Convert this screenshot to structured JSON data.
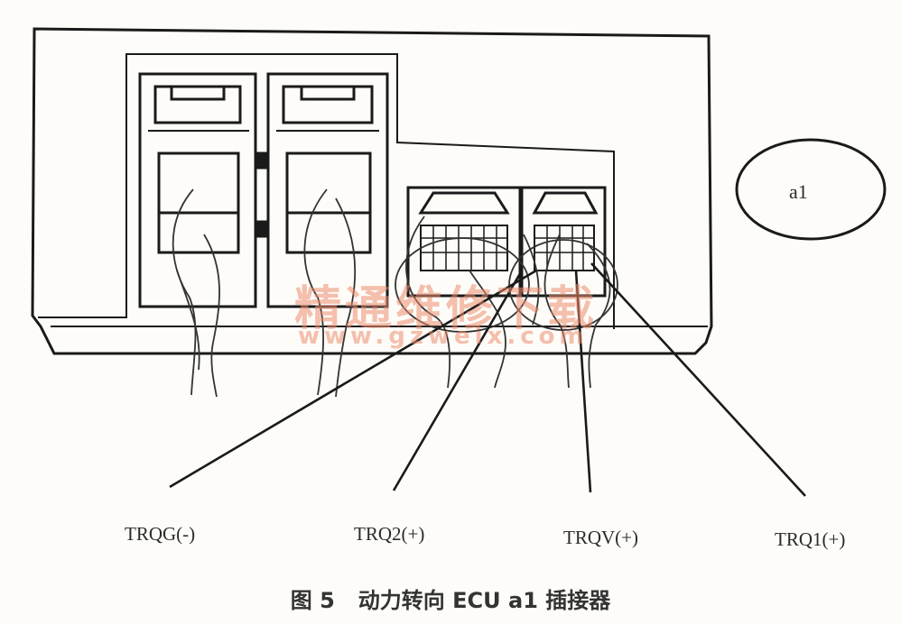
{
  "connector_id": "a1",
  "pins": [
    {
      "name": "TRQG(-)"
    },
    {
      "name": "TRQ2(+)"
    },
    {
      "name": "TRQV(+)"
    },
    {
      "name": "TRQ1(+)"
    }
  ],
  "caption": {
    "number": "图 5",
    "title": "动力转向 ECU a1 插接器"
  },
  "watermark": {
    "text": "精通维修下载",
    "url": "www.gzweix.com"
  }
}
